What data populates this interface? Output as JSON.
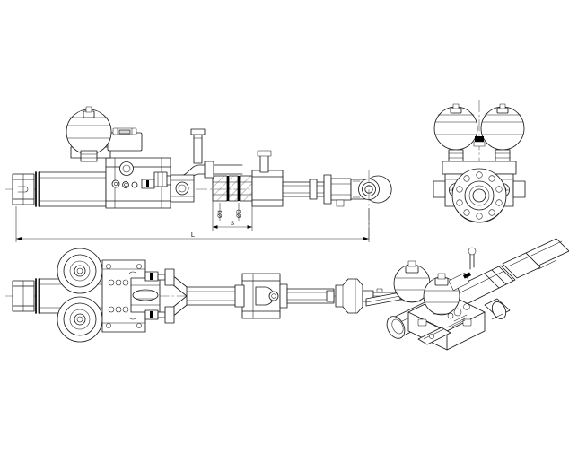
{
  "drawing": {
    "kind": "engineering-line-drawing",
    "subject": "Hydraulic cylinder with integrated piston accumulators",
    "background_color": "#ffffff",
    "line_color": "#1a1a1a",
    "centerline_color": "#555555",
    "views": [
      {
        "id": "side-elevation",
        "name": "Side elevation (dimensioned)",
        "position": "top-left"
      },
      {
        "id": "end-elevation",
        "name": "End elevation (flange side)",
        "position": "top-right"
      },
      {
        "id": "plan-view",
        "name": "Plan view (top)",
        "position": "bottom-left"
      },
      {
        "id": "isometric-view",
        "name": "Isometric pictorial view",
        "position": "bottom-right"
      }
    ]
  },
  "dimensions": {
    "overall_length": {
      "label": "L",
      "orientation": "horizontal",
      "view": "side-elevation"
    },
    "stroke": {
      "label": "S",
      "orientation": "horizontal",
      "view": "side-elevation"
    },
    "rod_diameter": {
      "label": "Ød",
      "orientation": "vertical",
      "view": "side-elevation"
    },
    "bore_diameter": {
      "label": "ØD",
      "orientation": "vertical",
      "view": "side-elevation"
    }
  },
  "components": {
    "accumulator_sphere": "Bladder accumulator",
    "valve_block": "Manifold / valve block",
    "cylinder_barrel": "Cylinder barrel",
    "piston_rod": "Piston rod",
    "rod_eye": "Rod eye with spherical bearing",
    "bolt_flange": "Bolted end flange",
    "bolt_hole_count": 10,
    "gland_nut": "Gland / guide bush",
    "section_hatch": "Sectioned piston area"
  }
}
